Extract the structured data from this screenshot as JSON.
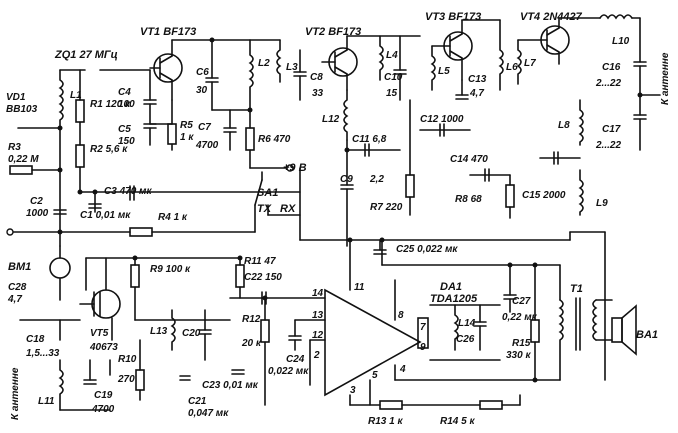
{
  "transistors": {
    "vt1": {
      "ref": "VT1",
      "type": "BF173"
    },
    "vt2": {
      "ref": "VT2",
      "type": "BF173"
    },
    "vt3": {
      "ref": "VT3",
      "type": "BF173"
    },
    "vt4": {
      "ref": "VT4",
      "type": "2N4427"
    },
    "vt5": {
      "ref": "VT5",
      "type": "40673"
    }
  },
  "crystal": {
    "ref": "ZQ1",
    "freq": "27 МГц"
  },
  "diode": {
    "ref": "VD1",
    "type": "BB103"
  },
  "ic": {
    "ref": "DA1",
    "type": "TDA1205",
    "pin_11": "11",
    "pin_8": "8",
    "pin_14": "14",
    "pin_13": "13",
    "pin_12": "12",
    "pin_2": "2",
    "pin_7": "7",
    "pin_9": "9",
    "pin_4": "4",
    "pin_3": "3",
    "pin_5": "5"
  },
  "switch": {
    "ref": "SA1",
    "tx": "TX",
    "rx": "RX"
  },
  "supply": {
    "label": "+9 В"
  },
  "antenna_label": "К антенне",
  "mic": {
    "ref": "BM1"
  },
  "speaker": {
    "ref": "BA1"
  },
  "transformer": {
    "ref": "T1"
  },
  "resistors": [
    {
      "ref": "R1",
      "value": "120 к"
    },
    {
      "ref": "R2",
      "value": "5,6 к"
    },
    {
      "ref": "R3",
      "value": "0,22 М"
    },
    {
      "ref": "R4",
      "value": "1 к"
    },
    {
      "ref": "R5",
      "value": "1 к"
    },
    {
      "ref": "R6",
      "value": "470"
    },
    {
      "ref": "R7",
      "value": "220"
    },
    {
      "ref": "R8",
      "value": "68"
    },
    {
      "ref": "R9",
      "value": "100 к"
    },
    {
      "ref": "R10",
      "value": "270"
    },
    {
      "ref": "R11",
      "value": "47"
    },
    {
      "ref": "R12",
      "value": "20 к"
    },
    {
      "ref": "R13",
      "value": "1 к"
    },
    {
      "ref": "R14",
      "value": "5 к"
    },
    {
      "ref": "R15",
      "value": "330 к"
    }
  ],
  "capacitors": [
    {
      "ref": "C1",
      "value": "0,01 мк"
    },
    {
      "ref": "C2",
      "value": "1000"
    },
    {
      "ref": "C3",
      "value": "470 мк"
    },
    {
      "ref": "C4",
      "value": "100"
    },
    {
      "ref": "C5",
      "value": "150"
    },
    {
      "ref": "C6",
      "value": "30"
    },
    {
      "ref": "C7",
      "value": "4700"
    },
    {
      "ref": "C8",
      "value": "33"
    },
    {
      "ref": "C9",
      "value": "2,2"
    },
    {
      "ref": "C10",
      "value": "15"
    },
    {
      "ref": "C11",
      "value": "6,8"
    },
    {
      "ref": "C12",
      "value": "1000"
    },
    {
      "ref": "C13",
      "value": "4,7"
    },
    {
      "ref": "C14",
      "value": "470"
    },
    {
      "ref": "C15",
      "value": "2000"
    },
    {
      "ref": "C16",
      "value": "2...22"
    },
    {
      "ref": "C17",
      "value": "2...22"
    },
    {
      "ref": "C18",
      "value": "1,5...33"
    },
    {
      "ref": "C19",
      "value": "4700"
    },
    {
      "ref": "C20",
      "value": ""
    },
    {
      "ref": "C21",
      "value": "0,047 мк"
    },
    {
      "ref": "C22",
      "value": "150"
    },
    {
      "ref": "C23",
      "value": "0,01 мк"
    },
    {
      "ref": "C24",
      "value": "0,022 мк"
    },
    {
      "ref": "C25",
      "value": "0,022 мк"
    },
    {
      "ref": "C26",
      "value": ""
    },
    {
      "ref": "C27",
      "value": "0,22 мк"
    },
    {
      "ref": "C28",
      "value": "4,7"
    }
  ],
  "inductors": [
    "L1",
    "L2",
    "L3",
    "L4",
    "L5",
    "L6",
    "L7",
    "L8",
    "L9",
    "L10",
    "L11",
    "L12",
    "L13",
    "L14"
  ]
}
